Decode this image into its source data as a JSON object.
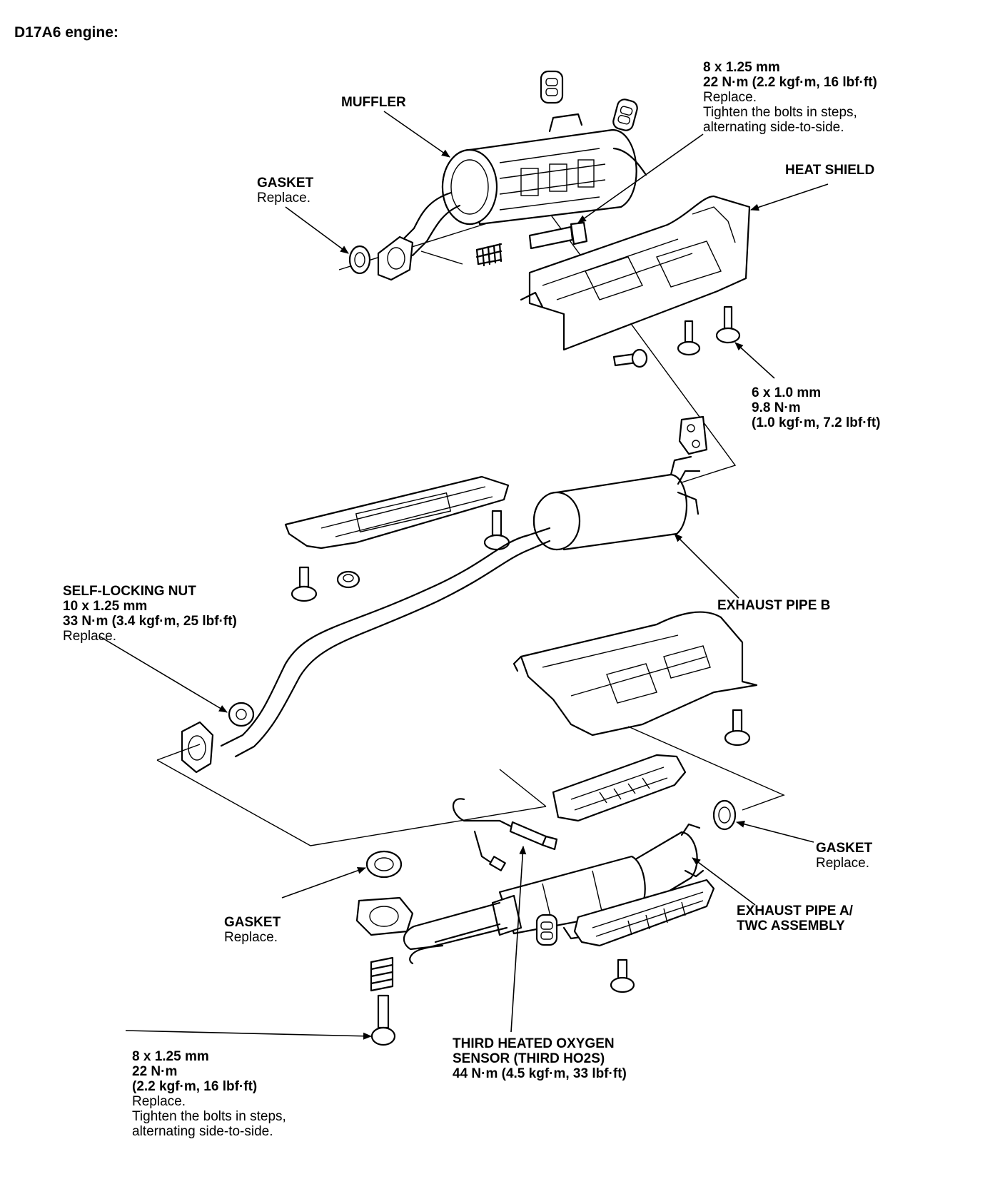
{
  "title": "D17A6 engine:",
  "labels": {
    "muffler": {
      "name": "MUFFLER"
    },
    "top_bolt": {
      "size": "8 x 1.25 mm",
      "torque": "22 N·m (2.2 kgf·m, 16 lbf·ft)",
      "note1": "Replace.",
      "note2": "Tighten the bolts in steps,",
      "note3": "alternating side-to-side."
    },
    "gasket_top": {
      "name": "GASKET",
      "note": "Replace."
    },
    "heat_shield": {
      "name": "HEAT SHIELD"
    },
    "small_bolt": {
      "size": "6 x 1.0 mm",
      "torque1": "9.8 N·m",
      "torque2": "(1.0 kgf·m, 7.2 lbf·ft)"
    },
    "self_locking_nut": {
      "name": "SELF-LOCKING NUT",
      "size": "10 x 1.25 mm",
      "torque": "33 N·m (3.4 kgf·m, 25 lbf·ft)",
      "note": "Replace."
    },
    "exhaust_pipe_b": {
      "name": "EXHAUST PIPE B"
    },
    "gasket_right": {
      "name": "GASKET",
      "note": "Replace."
    },
    "gasket_left": {
      "name": "GASKET",
      "note": "Replace."
    },
    "exhaust_pipe_a": {
      "line1": "EXHAUST PIPE A/",
      "line2": "TWC ASSEMBLY"
    },
    "bottom_bolt": {
      "size": "8 x 1.25 mm",
      "torque1": "22 N·m",
      "torque2": "(2.2 kgf·m, 16 lbf·ft)",
      "note1": "Replace.",
      "note2": "Tighten the bolts in steps,",
      "note3": "alternating side-to-side."
    },
    "oxygen_sensor": {
      "line1": "THIRD HEATED OXYGEN",
      "line2": "SENSOR (THIRD HO2S)",
      "torque": "44 N·m (4.5 kgf·m, 33 lbf·ft)"
    }
  }
}
